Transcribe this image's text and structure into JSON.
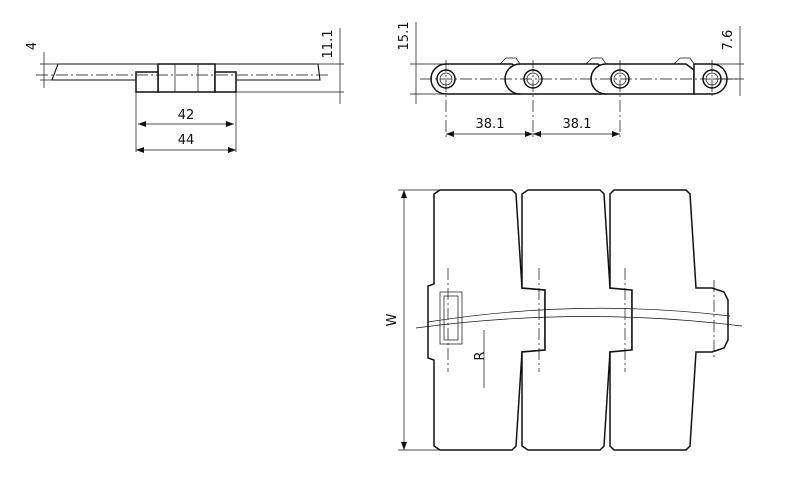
{
  "drawing": {
    "side_view": {
      "dim_thickness": "4",
      "dim_total_height": "11.1",
      "dim_inner_width": "42",
      "dim_outer_width": "44"
    },
    "front_view": {
      "dim_top_offset": "15.1",
      "dim_pin_offset": "7.6",
      "dim_pitch_1": "38.1",
      "dim_pitch_2": "38.1"
    },
    "top_view": {
      "label_width": "W",
      "label_radius": "R"
    }
  }
}
